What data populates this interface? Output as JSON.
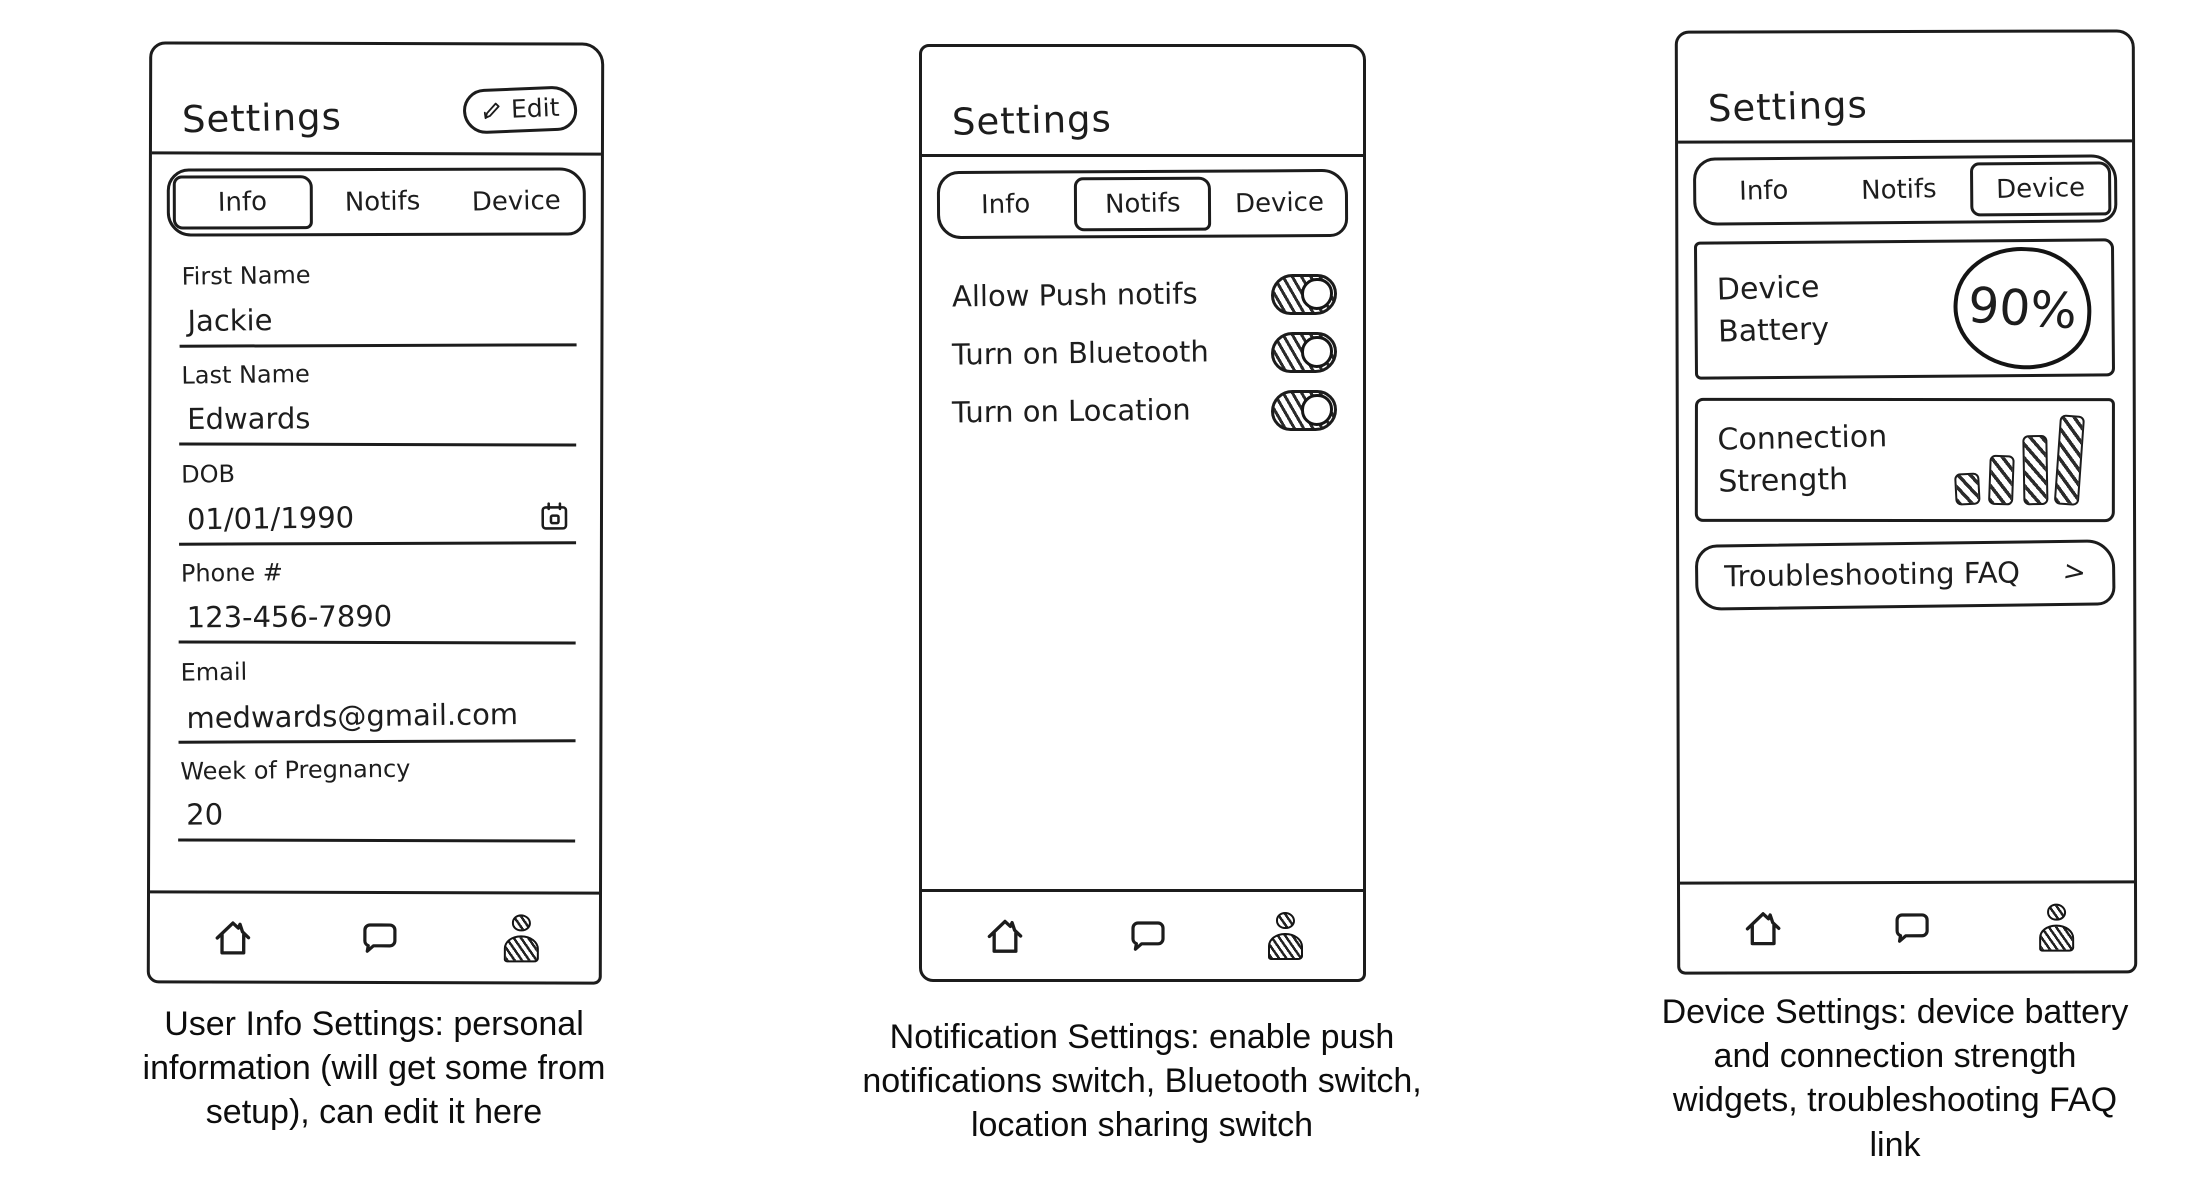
{
  "colors": {
    "ink": "#1c1c1c",
    "background": "#ffffff"
  },
  "bottom_nav": {
    "icons": [
      "home",
      "chat",
      "profile"
    ],
    "active": "profile"
  },
  "panels": [
    {
      "screen": "user-info-settings",
      "title": "Settings",
      "edit_button": {
        "label": "Edit",
        "icon": "pencil-icon"
      },
      "tabs": [
        {
          "label": "Info",
          "selected": true
        },
        {
          "label": "Notifs",
          "selected": false
        },
        {
          "label": "Device",
          "selected": false
        }
      ],
      "fields": [
        {
          "label": "First Name",
          "value": "Jackie"
        },
        {
          "label": "Last Name",
          "value": "Edwards"
        },
        {
          "label": "DOB",
          "value": "01/01/1990",
          "icon": "calendar-icon"
        },
        {
          "label": "Phone #",
          "value": "123-456-7890"
        },
        {
          "label": "Email",
          "value": "medwards@gmail.com"
        },
        {
          "label": "Week of Pregnancy",
          "value": "20"
        }
      ],
      "caption": "User Info Settings: personal\ninformation (will get some from\nsetup), can edit it here"
    },
    {
      "screen": "notification-settings",
      "title": "Settings",
      "tabs": [
        {
          "label": "Info",
          "selected": false
        },
        {
          "label": "Notifs",
          "selected": true
        },
        {
          "label": "Device",
          "selected": false
        }
      ],
      "toggles": [
        {
          "label": "Allow Push notifs",
          "state": "on"
        },
        {
          "label": "Turn on Bluetooth",
          "state": "on"
        },
        {
          "label": "Turn on Location",
          "state": "on"
        }
      ],
      "caption": "Notification Settings: enable push\nnotifications switch, Bluetooth switch,\nlocation sharing switch"
    },
    {
      "screen": "device-settings",
      "title": "Settings",
      "tabs": [
        {
          "label": "Info",
          "selected": false
        },
        {
          "label": "Notifs",
          "selected": false
        },
        {
          "label": "Device",
          "selected": true
        }
      ],
      "battery_widget": {
        "label": "Device\nBattery",
        "value": "90%"
      },
      "connection_widget": {
        "label": "Connection\nStrength",
        "bars_total": 4,
        "bars_filled": 4
      },
      "faq_link": {
        "label": "Troubleshooting FAQ",
        "chevron": ">"
      },
      "caption": "Device Settings: device battery\nand connection strength\nwidgets, troubleshooting FAQ\nlink"
    }
  ]
}
